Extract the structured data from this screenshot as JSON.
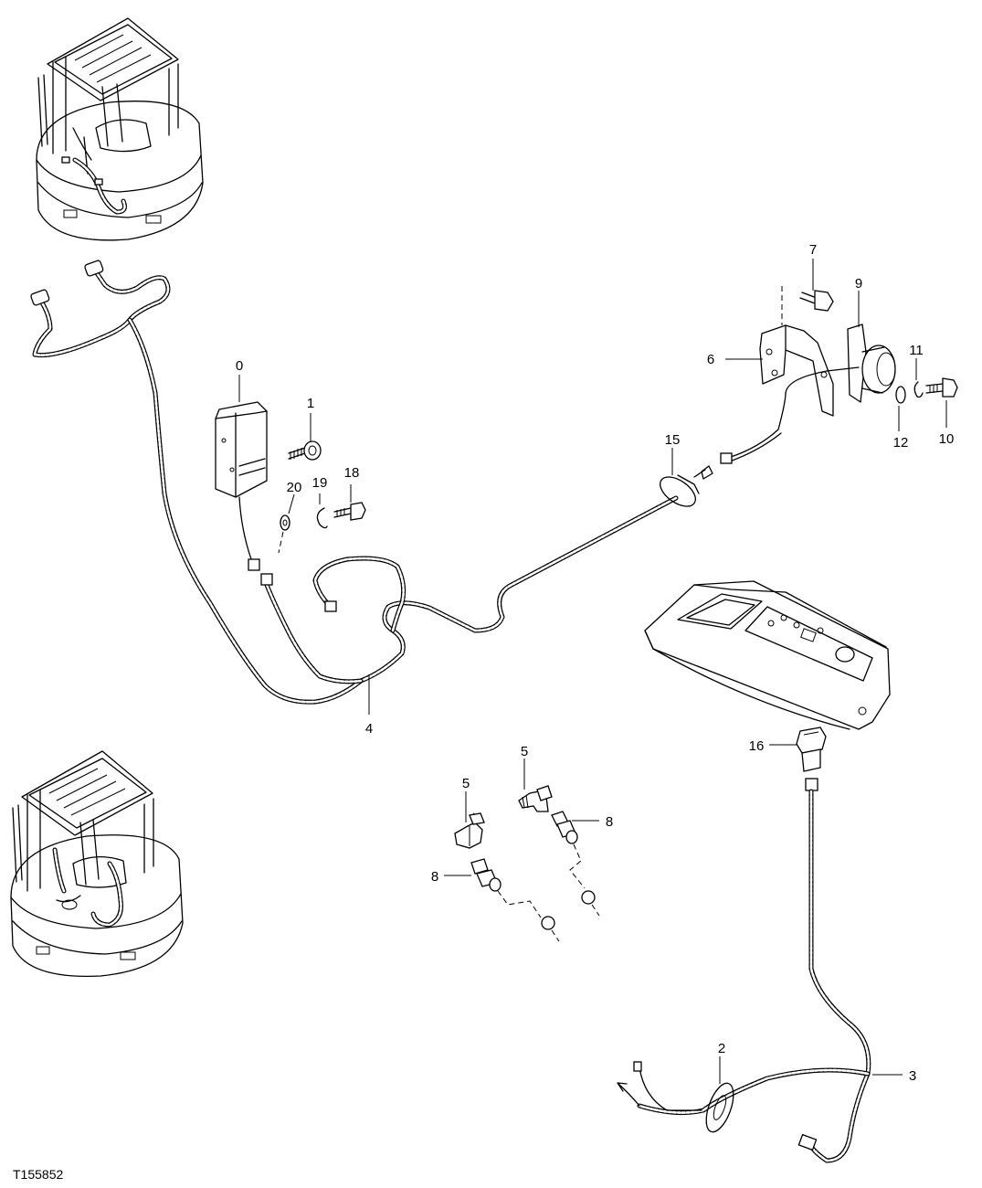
{
  "callouts": [
    {
      "id": "0",
      "text": "0"
    },
    {
      "id": "1",
      "text": "1"
    },
    {
      "id": "2",
      "text": "2"
    },
    {
      "id": "3",
      "text": "3"
    },
    {
      "id": "4",
      "text": "4"
    },
    {
      "id": "5a",
      "text": "5"
    },
    {
      "id": "5b",
      "text": "5"
    },
    {
      "id": "6",
      "text": "6"
    },
    {
      "id": "7",
      "text": "7"
    },
    {
      "id": "8a",
      "text": "8"
    },
    {
      "id": "8b",
      "text": "8"
    },
    {
      "id": "9",
      "text": "9"
    },
    {
      "id": "10",
      "text": "10"
    },
    {
      "id": "11",
      "text": "11"
    },
    {
      "id": "12",
      "text": "12"
    },
    {
      "id": "15",
      "text": "15"
    },
    {
      "id": "16",
      "text": "16"
    },
    {
      "id": "18",
      "text": "18"
    },
    {
      "id": "19",
      "text": "19"
    },
    {
      "id": "20",
      "text": "20"
    }
  ],
  "figure_id": "T155852"
}
